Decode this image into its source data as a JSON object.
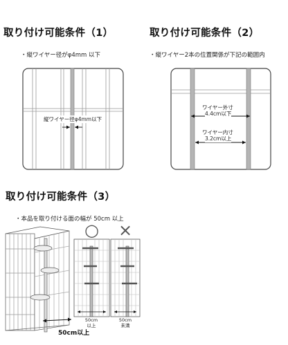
{
  "section1": {
    "title": "取り付け可能条件（1）",
    "note": "・縦ワイヤー径がφ4mm 以下",
    "label": "縦ワイヤー径φ4mm以下"
  },
  "section2": {
    "title": "取り付け可能条件（2）",
    "note": "・縦ワイヤー2本の位置関係が下記の範囲内",
    "outer_label": "ワイヤー外寸",
    "outer_value": "4.4cm以下",
    "inner_label": "ワイヤー内寸",
    "inner_value": "3.2cm以上"
  },
  "section3": {
    "title": "取り付け可能条件（3）",
    "note": "・本品を取り付ける面の幅が 50cm 以上",
    "good_mark": "○",
    "bad_mark": "×",
    "good_caption_1": "50cm",
    "good_caption_2": "以上",
    "bad_caption_1": "50cm",
    "bad_caption_2": "未満",
    "width_label": "50cm以上"
  }
}
